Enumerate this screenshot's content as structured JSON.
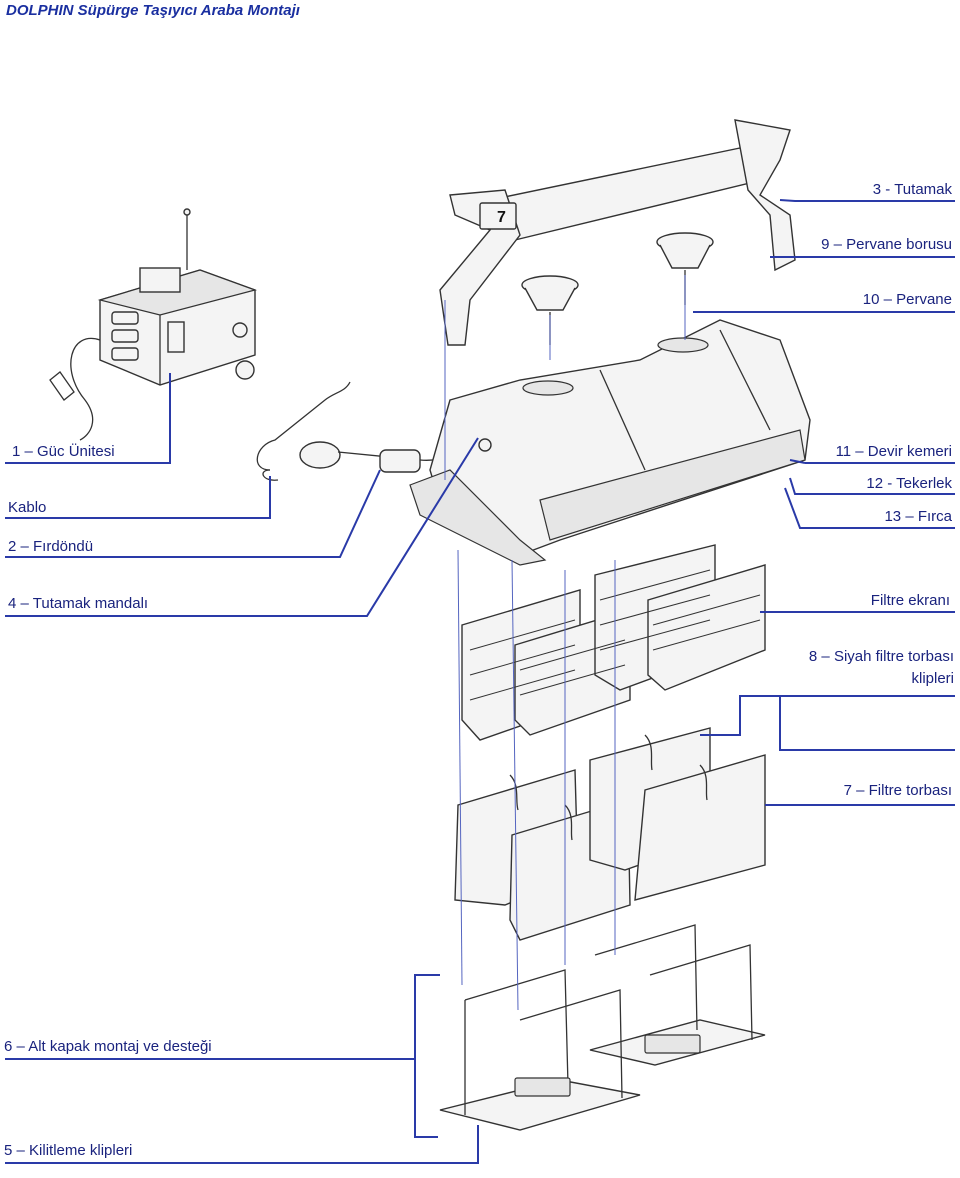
{
  "title": "DOLPHIN Süpürge Taşıyıcı Araba Montajı",
  "part_callout": "7",
  "labels": {
    "handle": "3 - Tutamak",
    "impeller_tube": "9 – Pervane borusu",
    "impeller": "10 – Pervane",
    "power_unit": "1 – Güc Ünitesi",
    "drive_belt": "11 – Devir kemeri",
    "wheels": "12 - Tekerlek",
    "cable": "Kablo",
    "brush": "13 – Fırca",
    "swivel": "2 – Fırdöndü",
    "handle_latch": "4 – Tutamak mandalı",
    "filter_screen": "Filtre ekranı",
    "bag_clips_line1": "8 – Siyah filtre torbası",
    "bag_clips_line2": "klipleri",
    "filter_bag": "7 – Filtre torbası",
    "bottom_cover": "6 – Alt kapak montaj ve desteği",
    "locking_clips": "5 – Kilitleme klipleri"
  }
}
